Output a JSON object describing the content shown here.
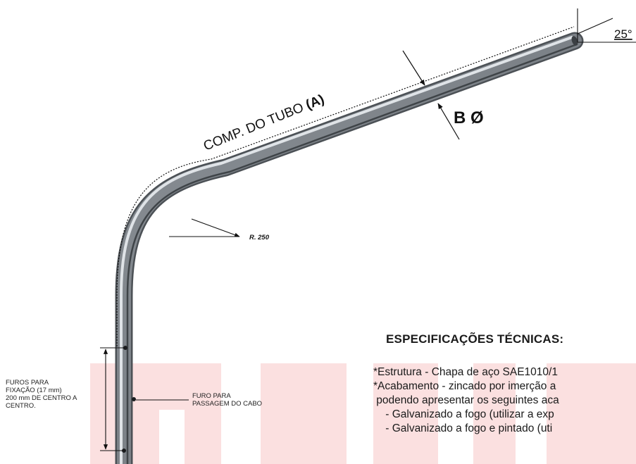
{
  "dimensions": {
    "angle": "25°",
    "tube_length_prefix": "COMP. DO TUBO ",
    "tube_length_symbol": "(A)",
    "diameter": "B Ø",
    "radius": "R. 250"
  },
  "notes": {
    "fixing_holes": "FUROS PARA\nFIXAÇÃO (17 mm)\n200 mm DE CENTRO A\nCENTRO.",
    "cable_hole": "FURO PARA\nPASSAGEM DO CABO"
  },
  "specifications": {
    "title": "ESPECIFICAÇÕES TÉCNICAS:",
    "lines": [
      "*Estrutura - Chapa de aço SAE1010/1",
      "*Acabamento - zincado por imerção a",
      " podendo apresentar os seguintes aca",
      "    - Galvanizado a fogo (utilizar a exp",
      "    - Galvanizado a fogo e pintado (uti"
    ]
  },
  "colors": {
    "watermark": "#fbe0e0",
    "tube_dark": "#55595e",
    "tube_light": "#e6e9ec",
    "dimension_line": "#111111"
  }
}
